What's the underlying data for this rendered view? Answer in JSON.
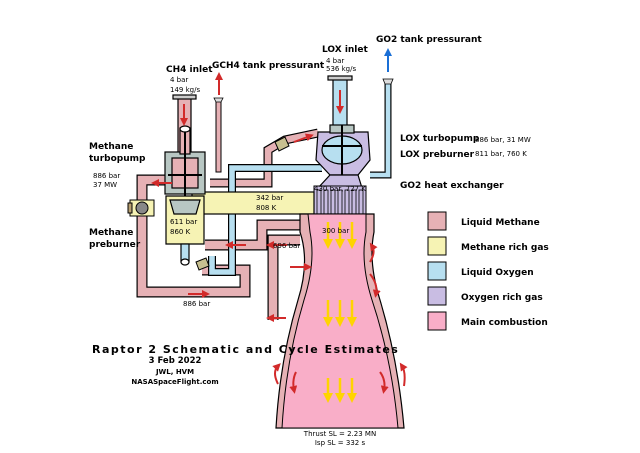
{
  "title": "Raptor 2 Schematic and Cycle Estimates",
  "date": "3 Feb 2022",
  "authors": "JWL, HVM",
  "site": "NASASpaceFlight.com",
  "labels": {
    "ch4_inlet": "CH4 inlet",
    "ch4_inlet_p": "4 bar",
    "ch4_inlet_flow": "149 kg/s",
    "gch4_press": "GCH4 tank pressurant",
    "lox_inlet": "LOX inlet",
    "lox_inlet_p": "4 bar",
    "lox_inlet_flow": "536 kg/s",
    "go2_press": "GO2 tank pressurant",
    "lox_turbopump": "LOX turbopump",
    "lox_turbopump_val": "886 bar, 31 MW",
    "lox_preburner": "LOX preburner",
    "lox_preburner_val": "811 bar, 760 K",
    "go2_hx": "GO2 heat exchanger",
    "methane_turbopump_1": "Methane",
    "methane_turbopump_2": "turbopump",
    "methane_tp_p": "886 bar",
    "methane_tp_pw": "37 MW",
    "methane_preburner_1": "Methane",
    "methane_preburner_2": "preburner",
    "mpb_p": "611 bar",
    "mpb_t": "860 K",
    "mrg_p": "342 bar",
    "mrg_t": "808 K",
    "orich_p": "430 bar, 727 K",
    "chamber_p": "300 bar",
    "cool_p": "696 bar",
    "bottom_p": "886 bar",
    "thrust": "Thrust SL = 2.23 MN",
    "isp": "Isp SL = 332 s"
  },
  "legend": [
    {
      "label": "Liquid Methane",
      "color": "#e6b1b5"
    },
    {
      "label": "Methane rich gas",
      "color": "#f6f3b4"
    },
    {
      "label": "Liquid Oxygen",
      "color": "#b7dff0"
    },
    {
      "label": "Oxygen rich gas",
      "color": "#c9bde3"
    },
    {
      "label": "Main combustion",
      "color": "#f9aec8"
    }
  ],
  "colors": {
    "liquid_methane": "#e6b1b5",
    "methane_rich_gas": "#f6f3b4",
    "liquid_oxygen": "#b7dff0",
    "oxygen_rich_gas": "#c9bde3",
    "main_combustion": "#f9aec8",
    "flow_arrow_red": "#d22a2a",
    "flow_arrow_yellow": "#ffd400",
    "go2_arrow_blue": "#1a6fd6",
    "turbopump_grey": "#b8c7c3"
  }
}
